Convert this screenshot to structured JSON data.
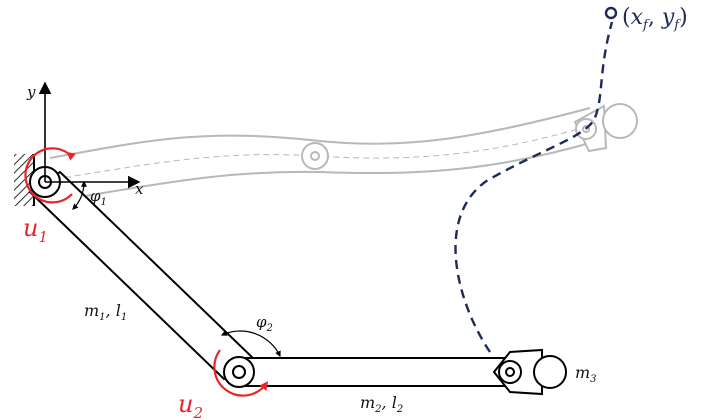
{
  "colors": {
    "link": "#000000",
    "ghost": "#b8b8b8",
    "actuator": "#e8262a",
    "path": "#1f2a5c"
  },
  "labels": {
    "axis_y": "y",
    "axis_x": "x",
    "phi1": "φ",
    "phi1_sub": "1",
    "phi2": "φ",
    "phi2_sub": "2",
    "u1": "u",
    "u1_sub": "1",
    "u2": "u",
    "u2_sub": "2",
    "link1_m": "m",
    "link1_m_sub": "1",
    "link1_sep": ", ",
    "link1_l": "l",
    "link1_l_sub": "1",
    "link2_m": "m",
    "link2_m_sub": "2",
    "link2_sep": ", ",
    "link2_l": "l",
    "link2_l_sub": "2",
    "m3": "m",
    "m3_sub": "3",
    "target_open": "(",
    "target_x": "x",
    "target_xf_sub": "f",
    "target_sep": ", ",
    "target_y": "y",
    "target_yf_sub": "f",
    "target_close": ")"
  }
}
